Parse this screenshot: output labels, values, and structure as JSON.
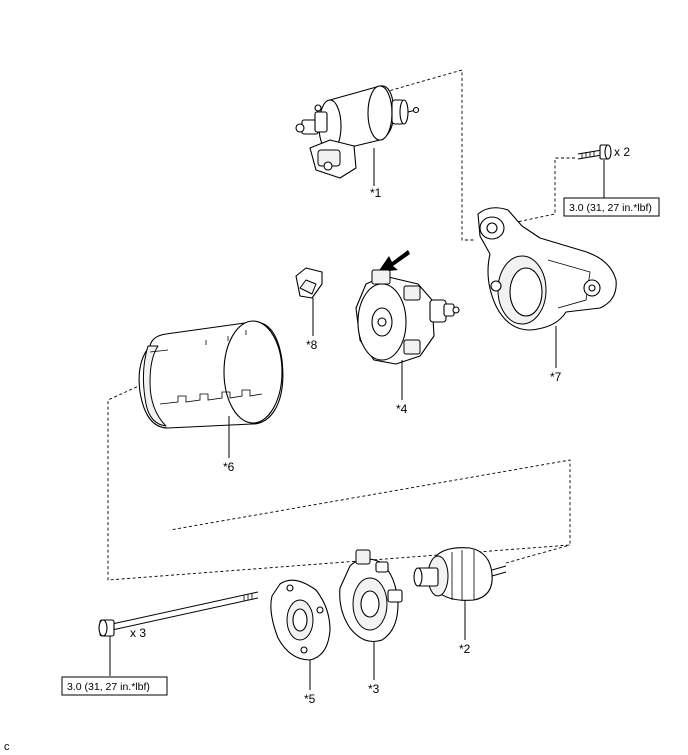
{
  "labels": {
    "p1": "*1",
    "p2": "*2",
    "p3": "*3",
    "p4": "*4",
    "p5": "*5",
    "p6": "*6",
    "p7": "*7",
    "p8": "*8"
  },
  "fasteners": {
    "top_qty": "x 2",
    "top_torque": "3.0 (31, 27 in.*lbf)",
    "bottom_qty": "x 3",
    "bottom_torque": "3.0 (31, 27 in.*lbf)"
  },
  "corner_code": "c"
}
